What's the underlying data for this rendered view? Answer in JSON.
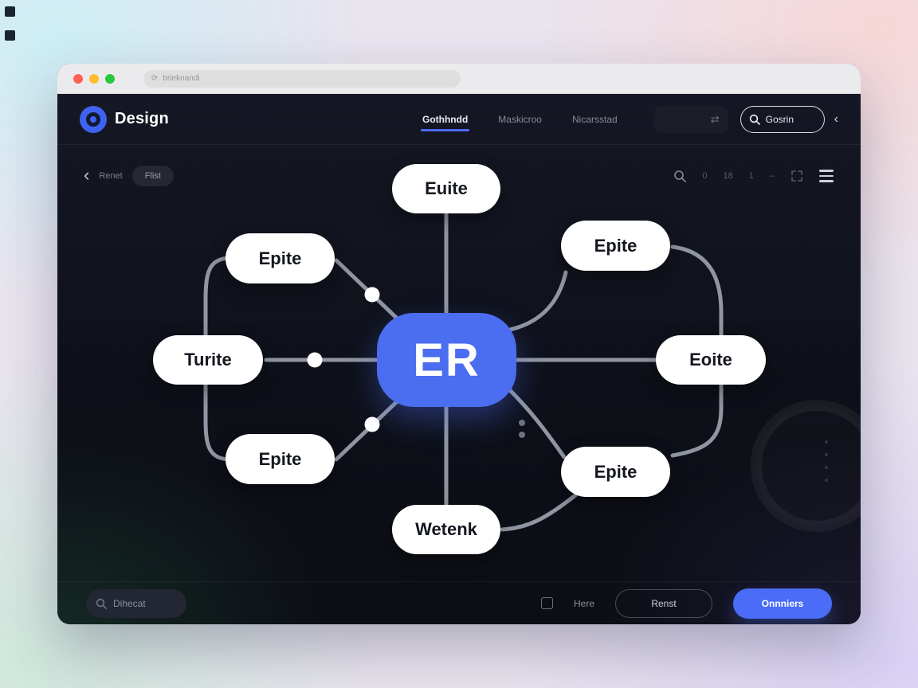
{
  "browser": {
    "url": "brieknandi"
  },
  "header": {
    "brand": "Design",
    "nav": [
      {
        "label": "Gothhndd",
        "active": true
      },
      {
        "label": "Maskicroo",
        "active": false
      },
      {
        "label": "Nicarsstad",
        "active": false
      }
    ],
    "search_label": "Gosrin"
  },
  "toolbar": {
    "back_label": "Renet",
    "filter_label": "Flist",
    "zoom": [
      "0",
      "18",
      "1",
      "–"
    ]
  },
  "canvas": {
    "center_label": "ER",
    "nodes": [
      {
        "position": "top",
        "label": "Euite"
      },
      {
        "position": "upper-left",
        "label": "Epite"
      },
      {
        "position": "left",
        "label": "Turite"
      },
      {
        "position": "lower-left",
        "label": "Epite"
      },
      {
        "position": "bottom",
        "label": "Wetenk"
      },
      {
        "position": "upper-right",
        "label": "Epite"
      },
      {
        "position": "right",
        "label": "Eoite"
      },
      {
        "position": "lower-right",
        "label": "Epite"
      }
    ]
  },
  "footer": {
    "search_label": "Dihecat",
    "hint_label": "Here",
    "secondary_button": "Renst",
    "primary_button": "Onnniers"
  },
  "colors": {
    "accent": "#4a6cf7",
    "node_bg": "#ffffff",
    "connector": "#8f96a1"
  }
}
